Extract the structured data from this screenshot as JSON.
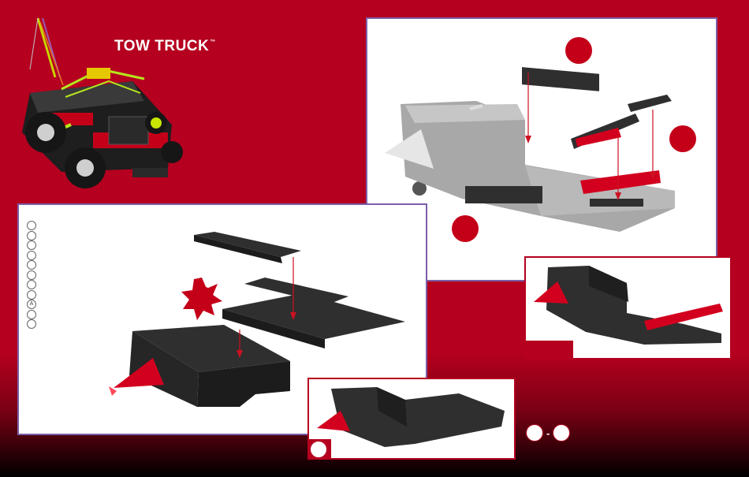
{
  "header": {
    "title": "TOW TRUCK",
    "trademark": "™"
  },
  "colors": {
    "background": "#b5001f",
    "panel_border_main": "#7b5ea8",
    "panel_border_detail": "#b5001f",
    "piece_dark": "#2f2f2f",
    "piece_light": "#a8a8a8",
    "piece_red": "#d2001e",
    "arrow": "#cc1122"
  },
  "icons": {
    "truck_image": "tow-truck-image",
    "step_markers": [
      "step-marker-circle",
      "step-marker-starburst"
    ],
    "checklist": "checklist-circles"
  },
  "checklist": {
    "count": 11,
    "marked_label": "A"
  }
}
